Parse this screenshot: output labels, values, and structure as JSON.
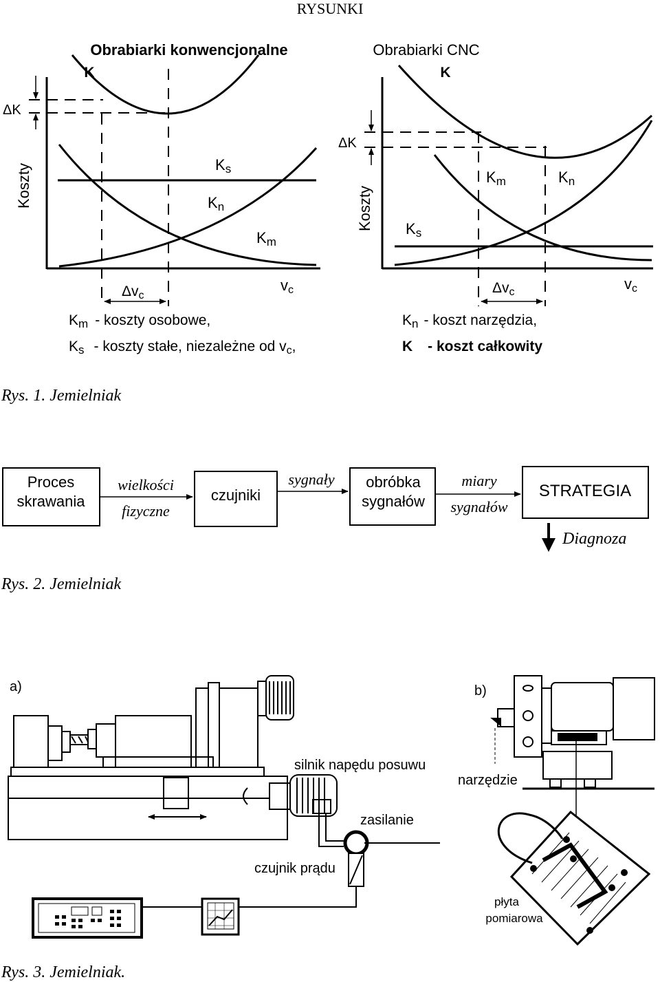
{
  "header": {
    "section": "RYSUNKI"
  },
  "fig1": {
    "left_title": "Obrabiarki konwencjonalne",
    "right_title": "Obrabiarki CNC",
    "y_axis": "Koszty",
    "x_axis": "v",
    "x_axis_sub": "c",
    "k": "K",
    "dk": "ΔK",
    "dvc": "Δv",
    "dvc_sub": "c",
    "ks": "K",
    "ks_sub": "s",
    "kn": "K",
    "kn_sub": "n",
    "km": "K",
    "km_sub": "m",
    "legend": {
      "km_sym": "K",
      "km_sub": "m",
      "km_text": "- koszty osobowe,",
      "ks_sym": "K",
      "ks_sub": "s",
      "ks_text": "- koszty stałe, niezależne od v",
      "ks_text_sub": "c",
      "ks_text_end": ",",
      "kn_sym": "K",
      "kn_sub": "n",
      "kn_text": "- koszt narzędzia,",
      "k_sym": "K",
      "k_text": "- koszt całkowity"
    },
    "caption": "Rys. 1. Jemielniak"
  },
  "fig2": {
    "box1_line1": "Proces",
    "box1_line2": "skrawania",
    "arrow1_top": "wielkości",
    "arrow1_bottom": "fizyczne",
    "box2": "czujniki",
    "arrow2_top": "sygnały",
    "box3_line1": "obróbka",
    "box3_line2": "sygnałów",
    "arrow3_top": "miary",
    "arrow3_bottom": "sygnałów",
    "box4": "STRATEGIA",
    "out": "Diagnoza",
    "caption": "Rys. 2. Jemielniak"
  },
  "fig3": {
    "label_a": "a)",
    "label_b": "b)",
    "motor": "silnik napędu posuwu",
    "tool": "narzędzie",
    "supply": "zasilanie",
    "sensor": "czujnik prądu",
    "plate_line1": "płyta",
    "plate_line2": "pomiarowa",
    "caption": "Rys. 3. Jemielniak."
  }
}
